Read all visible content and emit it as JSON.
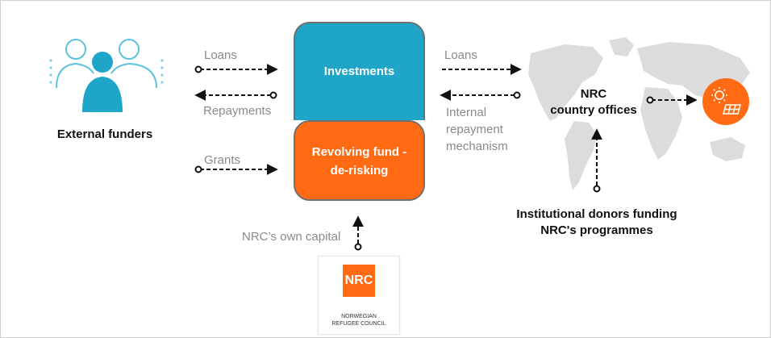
{
  "funders": {
    "label": "External funders"
  },
  "flows_left": {
    "loans": "Loans",
    "repayments": "Repayments",
    "grants": "Grants"
  },
  "boxes": {
    "investments": "Investments",
    "revolving_line1": "Revolving fund -",
    "revolving_line2": "de-risking"
  },
  "flows_right": {
    "loans": "Loans",
    "repay_line1": "Internal",
    "repay_line2": "repayment",
    "repay_line3": "mechanism"
  },
  "country": {
    "line1": "NRC",
    "line2": "country offices"
  },
  "donors": {
    "line1": "Institutional donors funding",
    "line2": "NRC's programmes"
  },
  "capital": {
    "label": "NRC’s own capital"
  },
  "logo": {
    "mark": "NRC",
    "line1": "NORWEGIAN",
    "line2": "REFUGEE COUNCIL"
  },
  "colors": {
    "teal": "#1ea5c7",
    "orange": "#ff6a13",
    "arrow": "#111111",
    "map": "#d9d9d9"
  },
  "icons": [
    "people-icon",
    "world-map-icon",
    "solar-panel-icon"
  ]
}
